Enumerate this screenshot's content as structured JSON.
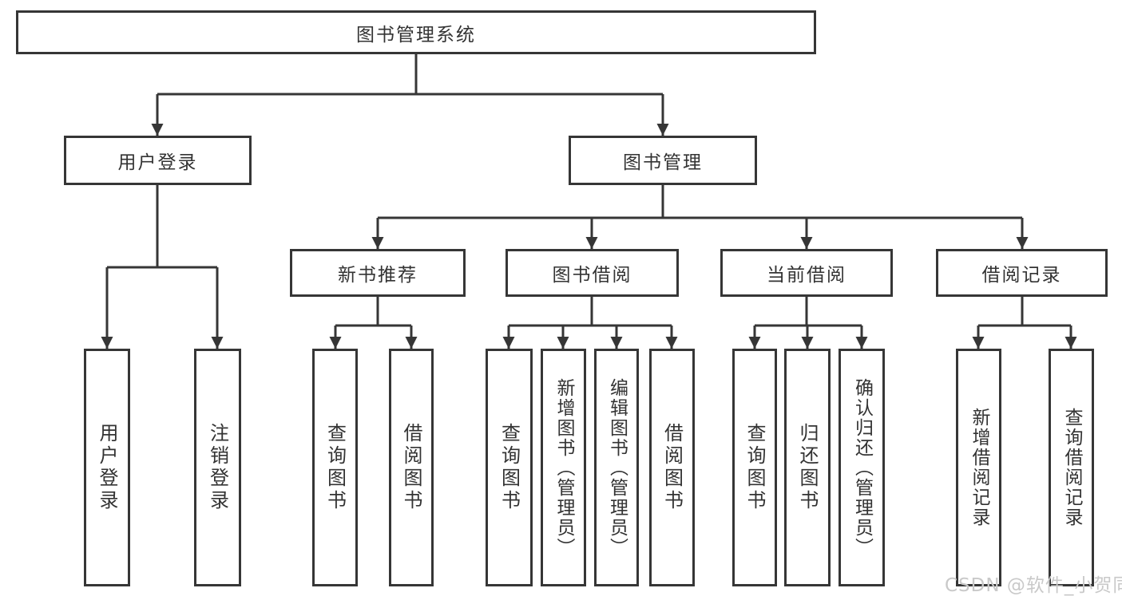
{
  "diagram_title": "图书管理系统",
  "nodes": {
    "root": "图书管理系统",
    "l2": [
      "用户登录",
      "图书管理"
    ],
    "l3": [
      "新书推荐",
      "图书借阅",
      "当前借阅",
      "借阅记录"
    ],
    "leaves": [
      "用户登录",
      "注销登录",
      "查询图书",
      "借阅图书",
      "查询图书",
      "新增图书（管理员）",
      "编辑图书（管理员）",
      "借阅图书",
      "查询图书",
      "归还图书",
      "确认归还（管理员）",
      "新增借阅记录",
      "查询借阅记录"
    ]
  },
  "tree": {
    "root": "图书管理系统",
    "children": [
      {
        "label": "用户登录",
        "children": [
          "用户登录",
          "注销登录"
        ]
      },
      {
        "label": "图书管理",
        "children": [
          {
            "label": "新书推荐",
            "children": [
              "查询图书",
              "借阅图书"
            ]
          },
          {
            "label": "图书借阅",
            "children": [
              "查询图书",
              "新增图书（管理员）",
              "编辑图书（管理员）",
              "借阅图书"
            ]
          },
          {
            "label": "当前借阅",
            "children": [
              "查询图书",
              "归还图书",
              "确认归还（管理员）"
            ]
          },
          {
            "label": "借阅记录",
            "children": [
              "新增借阅记录",
              "查询借阅记录"
            ]
          }
        ]
      }
    ]
  },
  "watermark": {
    "text": "CSDN @软件_小贺同学"
  },
  "colors": {
    "line": "#363636",
    "text": "#333333",
    "watermark": "#c9c9c9",
    "background": "#ffffff"
  }
}
